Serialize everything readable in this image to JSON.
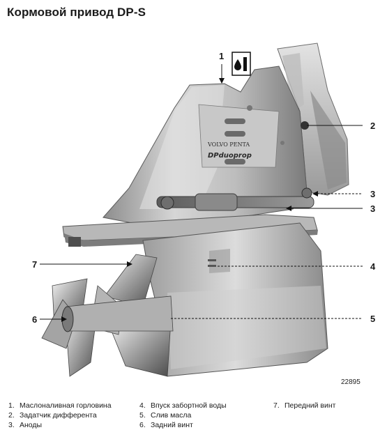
{
  "title": "Кормовой привод DP-S",
  "figure": {
    "brand_text": "VOLVO PENTA",
    "model_text": "DPduoprop",
    "figure_number": "22895",
    "callouts": [
      "1",
      "2",
      "3",
      "3",
      "4",
      "5",
      "6",
      "7"
    ]
  },
  "legend": {
    "col1": [
      {
        "num": "1.",
        "text": "Маслоналивная горловина"
      },
      {
        "num": "2.",
        "text": "Задатчик дифферента"
      },
      {
        "num": "3.",
        "text": "Аноды"
      }
    ],
    "col2": [
      {
        "num": "4.",
        "text": "Впуск забортной воды"
      },
      {
        "num": "5.",
        "text": "Слив масла"
      },
      {
        "num": "6.",
        "text": "Задний винт"
      }
    ],
    "col3": [
      {
        "num": "7.",
        "text": "Передний винт"
      }
    ]
  }
}
